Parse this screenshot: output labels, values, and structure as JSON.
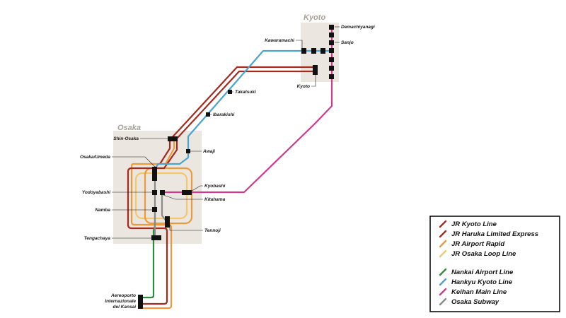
{
  "regions": {
    "kyoto": "Kyoto",
    "osaka": "Osaka"
  },
  "stations": {
    "demachiyanagi": "Demachiyanagi",
    "sanjo": "Sanjo",
    "kawaramachi": "Kawaramachi",
    "kyoto": "Kyoto",
    "takatsuki": "Takatsuki",
    "ibarakishi": "Ibarakishi",
    "shin_osaka": "Shin-Osaka",
    "awaji": "Awaji",
    "osaka_umeda": "Osaka/Umeda",
    "kyobashi": "Kyobashi",
    "yodoyabashi": "Yodoyabashi",
    "kitahama": "Kitahama",
    "namba": "Namba",
    "tennoji": "Tennoji",
    "tengachaya": "Tengachaya",
    "kansai_1": "Aereoporto",
    "kansai_2": "Internazionale",
    "kansai_3": "del Kansai"
  },
  "legend": {
    "items": [
      {
        "label": "JR Kyoto Line",
        "color": "#a42a1f"
      },
      {
        "label": "JR Haruka Limited Express",
        "color": "#a42a1f"
      },
      {
        "label": "JR Airport Rapid",
        "color": "#ec9a3c"
      },
      {
        "label": "JR Osaka Loop Line",
        "color": "#f6c76a"
      },
      {
        "label": "Nankai Airport Line",
        "color": "#2e8b3e"
      },
      {
        "label": "Hankyu Kyoto Line",
        "color": "#4ba3cf"
      },
      {
        "label": "Keihan Main Line",
        "color": "#cf3a8c"
      },
      {
        "label": "Osaka Subway",
        "color": "#8a8a8a"
      }
    ]
  },
  "colors": {
    "region_bg": "#ebe7e0",
    "jr_red": "#a42a1f",
    "jr_orange": "#ec9a3c",
    "jr_yellow": "#f6c76a",
    "nankai": "#2e8b3e",
    "hankyu": "#4ba3cf",
    "keihan": "#cf3a8c",
    "subway": "#8a8a8a"
  }
}
